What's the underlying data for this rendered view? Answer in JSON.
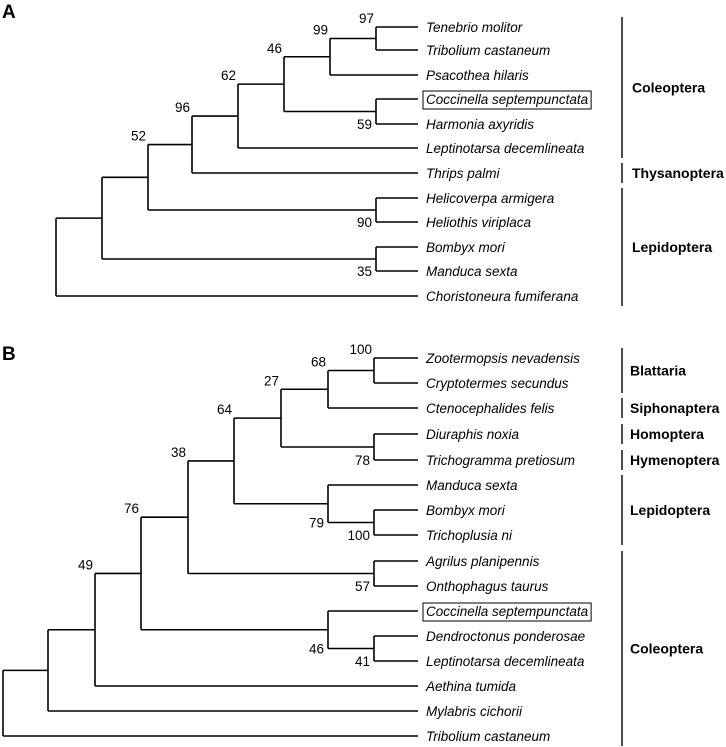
{
  "panels": [
    {
      "label": "A",
      "taxa": [
        {
          "id": "tm",
          "name": "Tenebrio molitor"
        },
        {
          "id": "tc",
          "name": "Tribolium castaneum"
        },
        {
          "id": "ph",
          "name": "Psacothea hilaris"
        },
        {
          "id": "cs",
          "name": "Coccinella septempunctata",
          "highlight": true
        },
        {
          "id": "ha",
          "name": "Harmonia axyridis"
        },
        {
          "id": "ld",
          "name": "Leptinotarsa decemlineata"
        },
        {
          "id": "tp",
          "name": "Thrips  palmi"
        },
        {
          "id": "ca",
          "name": "Helicoverpa armigera"
        },
        {
          "id": "hv",
          "name": "Heliothis viriplaca"
        },
        {
          "id": "bm",
          "name": "Bombyx mori"
        },
        {
          "id": "ms",
          "name": "Manduca sexta"
        },
        {
          "id": "cf",
          "name": "Choristoneura fumiferana"
        }
      ],
      "supports": [
        {
          "node": "tm-tc",
          "value": "97"
        },
        {
          "node": "tm-ph",
          "value": "99"
        },
        {
          "node": "tm-ha",
          "value": "46"
        },
        {
          "node": "tm-ld",
          "value": "62"
        },
        {
          "node": "tm-tp",
          "value": "96"
        },
        {
          "node": "tm-hv",
          "value": "52"
        },
        {
          "node": "cs-ha",
          "value": "59"
        },
        {
          "node": "ca-hv",
          "value": "90"
        },
        {
          "node": "bm-ms",
          "value": "35"
        }
      ],
      "groups": [
        {
          "name": "Coleoptera",
          "from": "tm",
          "to": "ld"
        },
        {
          "name": "Thysanoptera",
          "from": "tp",
          "to": "tp"
        },
        {
          "name": "Lepidoptera",
          "from": "ca",
          "to": "cf"
        }
      ]
    },
    {
      "label": "B",
      "taxa": [
        {
          "id": "zn",
          "name": "Zootermopsis nevadensis"
        },
        {
          "id": "crs",
          "name": "Cryptotermes secundus"
        },
        {
          "id": "cfe",
          "name": "Ctenocephalides felis"
        },
        {
          "id": "dn",
          "name": "Diuraphis noxia"
        },
        {
          "id": "tpr",
          "name": "Trichogramma pretiosum"
        },
        {
          "id": "ms",
          "name": "Manduca sexta"
        },
        {
          "id": "bm",
          "name": "Bombyx mori"
        },
        {
          "id": "tn",
          "name": "Trichoplusia ni"
        },
        {
          "id": "ap",
          "name": "Agrilus planipennis"
        },
        {
          "id": "ot",
          "name": "Onthophagus taurus"
        },
        {
          "id": "cs",
          "name": "Coccinella septempunctata",
          "highlight": true
        },
        {
          "id": "dp",
          "name": "Dendroctonus ponderosae"
        },
        {
          "id": "ld",
          "name": "Leptinotarsa decemlineata"
        },
        {
          "id": "at",
          "name": "Aethina tumida"
        },
        {
          "id": "mc",
          "name": "Mylabris cichorii"
        },
        {
          "id": "tc",
          "name": "Tribolium castaneum"
        }
      ],
      "supports": [
        {
          "node": "zn-crs",
          "value": "100"
        },
        {
          "node": "zn-cfe",
          "value": "68"
        },
        {
          "node": "zn-tpr",
          "value": "27"
        },
        {
          "node": "zn-tn",
          "value": "64"
        },
        {
          "node": "zn-ot",
          "value": "38"
        },
        {
          "node": "zn-ld",
          "value": "76"
        },
        {
          "node": "zn-at",
          "value": "49"
        },
        {
          "node": "dn-tpr",
          "value": "78"
        },
        {
          "node": "ms-tn",
          "value": "79"
        },
        {
          "node": "bm-tn",
          "value": "100"
        },
        {
          "node": "ap-ot",
          "value": "57"
        },
        {
          "node": "cs-ld",
          "value": "46"
        },
        {
          "node": "dp-ld",
          "value": "41"
        }
      ],
      "groups": [
        {
          "name": "Blattaria",
          "from": "zn",
          "to": "crs"
        },
        {
          "name": "Siphonaptera",
          "from": "cfe",
          "to": "cfe"
        },
        {
          "name": "Homoptera",
          "from": "dn",
          "to": "dn"
        },
        {
          "name": "Hymenoptera",
          "from": "tpr",
          "to": "tpr"
        },
        {
          "name": "Lepidoptera",
          "from": "ms",
          "to": "tn"
        },
        {
          "name": "Coleoptera",
          "from": "ap",
          "to": "tc"
        }
      ]
    }
  ]
}
